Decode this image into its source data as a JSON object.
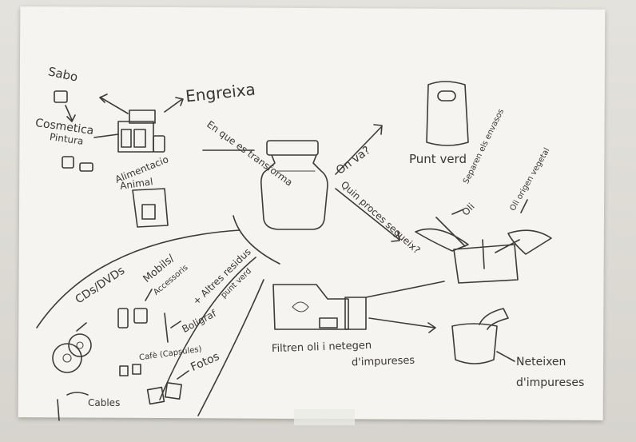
{
  "labels": {
    "sabo": "Sabo",
    "cosmetica": "Cosmetica",
    "pintura": "Pintura",
    "engreixa": "Engreixa",
    "alimentacio": "Alimentacio",
    "animal": "Animal",
    "en_que_es_transforma": "En que es transforma",
    "on_va": "On va?",
    "quin_proces_segueix": "Quin proces segueix?",
    "punt_verd": "Punt verd",
    "oli": "Oli",
    "separen": "Separen els envasos",
    "oli_origen_vegetal": "Oli origen vegetal",
    "cds_dvds": "CDs/DVDs",
    "mobils": "Mobils/",
    "accessoris": "Accessoris",
    "altres_residus": "+ Altres residus",
    "punt_verd_small": "punt verd",
    "boligrafs": "Boligraf",
    "cafe_capsules": "Cafè (Capsules)",
    "fotos": "Fotos",
    "cables": "Cables",
    "filtren": "Filtren oli i netegen",
    "impureses": "d'impureses",
    "neteixen": "Neteixen",
    "impureses2": "d'impureses"
  }
}
